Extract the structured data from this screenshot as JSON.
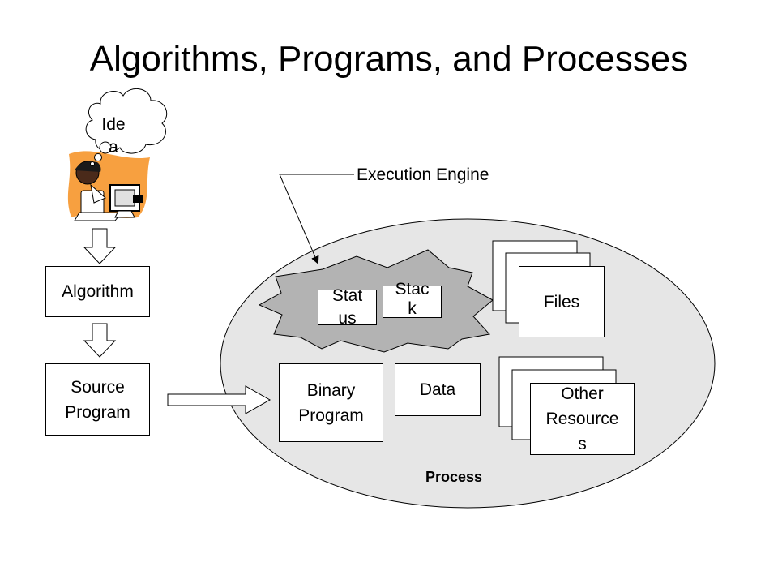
{
  "title": "Algorithms, Programs, and Processes",
  "idea": {
    "line1": "Ide",
    "line2": "a"
  },
  "left": {
    "algorithm": "Algorithm",
    "source_program": {
      "line1": "Source",
      "line2": "Program"
    }
  },
  "execution_engine": "Execution Engine",
  "process": {
    "label": "Process",
    "status": {
      "line1": "Stat",
      "line2": "us"
    },
    "stack": {
      "line1": "Stac",
      "line2": "k"
    },
    "binary_program": {
      "line1": "Binary",
      "line2": "Program"
    },
    "data": "Data",
    "files": "Files",
    "other_resources": {
      "line1": "Other",
      "line2": "Resource",
      "line3": "s"
    }
  },
  "colors": {
    "process_fill": "#e6e6e6",
    "engine_fill": "#b3b3b3",
    "person_background": "#f7a040"
  },
  "icons": [
    "thought-cloud-icon",
    "person-at-computer-icon"
  ]
}
